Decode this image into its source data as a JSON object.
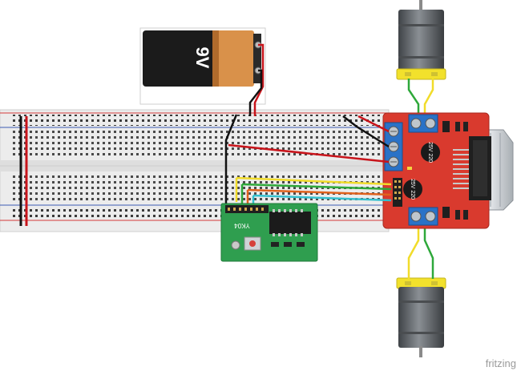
{
  "battery": {
    "label": "9V"
  },
  "receiver": {
    "label": "YK04"
  },
  "driver": {
    "reg_top": "25V 220",
    "reg_bottom": "25V 220"
  },
  "watermark": "fritzing",
  "colors": {
    "breadboard": "#e9e9e9",
    "rail_red": "#d43a3a",
    "rail_blue": "#3b5bb5",
    "driver_board": "#d93a2e",
    "receiver_board": "#2f9e4f",
    "motor_body": "#666a6e",
    "motor_cap": "#f2e12c",
    "terminal_blue": "#2a72c7",
    "wire_red": "#c8141b",
    "wire_black": "#111111",
    "wire_yellow": "#f1dc2a",
    "wire_green": "#2ea83a",
    "wire_orange": "#e0621d",
    "wire_cyan": "#35c0cf"
  }
}
